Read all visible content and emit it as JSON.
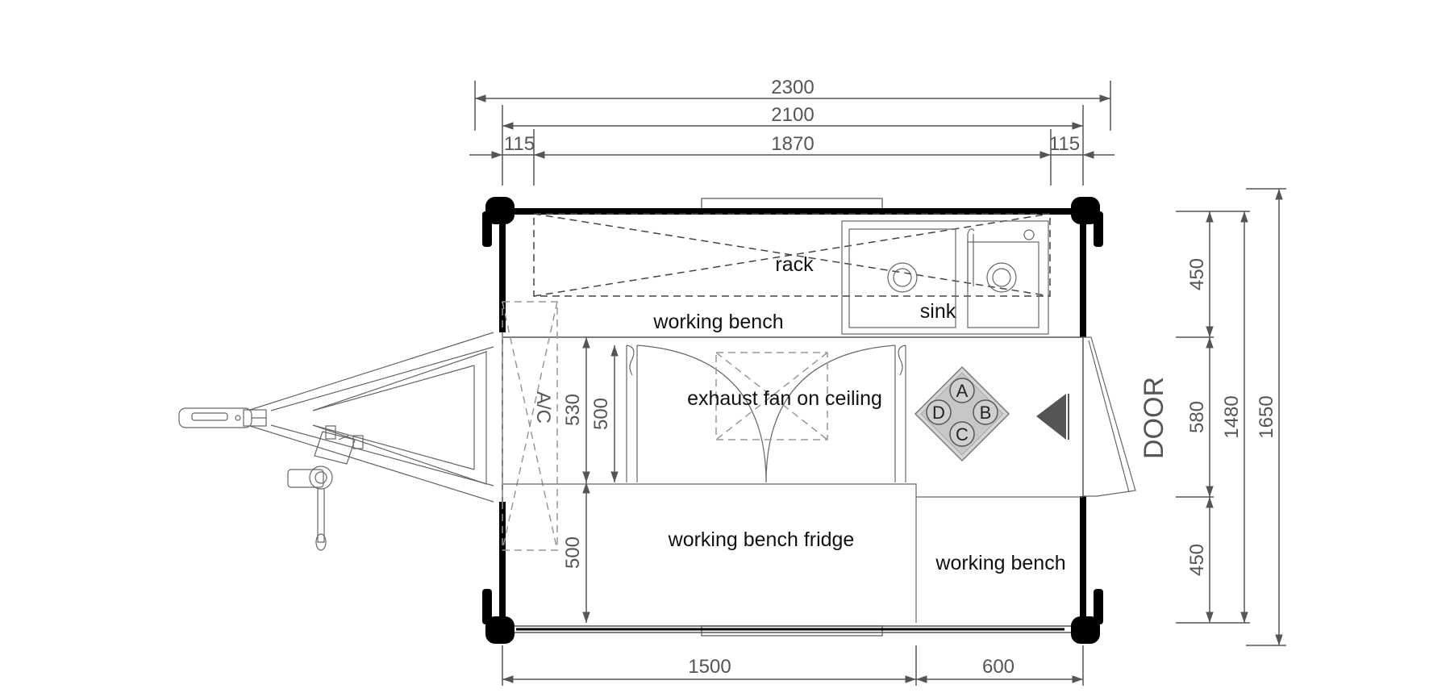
{
  "drawing": {
    "top_dimensions": {
      "overall": "2300",
      "body": "2100",
      "left_margin": "115",
      "interior": "1870",
      "right_margin": "115"
    },
    "bottom_dimensions": {
      "bench_fridge_length": "1500",
      "bench_length": "600"
    },
    "right_dimensions": {
      "rack_depth": "450",
      "aisle": "580",
      "bench_depth": "450",
      "interior": "1480",
      "overall": "1650"
    },
    "inner_dimensions": {
      "aisle_width": "530",
      "fan_width": "500",
      "fridge_depth": "500"
    },
    "labels": {
      "rack": "rack",
      "sink": "sink",
      "working_bench_top": "working bench",
      "ac": "A/C",
      "exhaust_fan": "exhaust fan on ceiling",
      "working_bench_fridge": "working bench fridge",
      "working_bench_bottom": "working bench",
      "door": "DOOR"
    },
    "burners": [
      "A",
      "B",
      "C",
      "D"
    ]
  }
}
